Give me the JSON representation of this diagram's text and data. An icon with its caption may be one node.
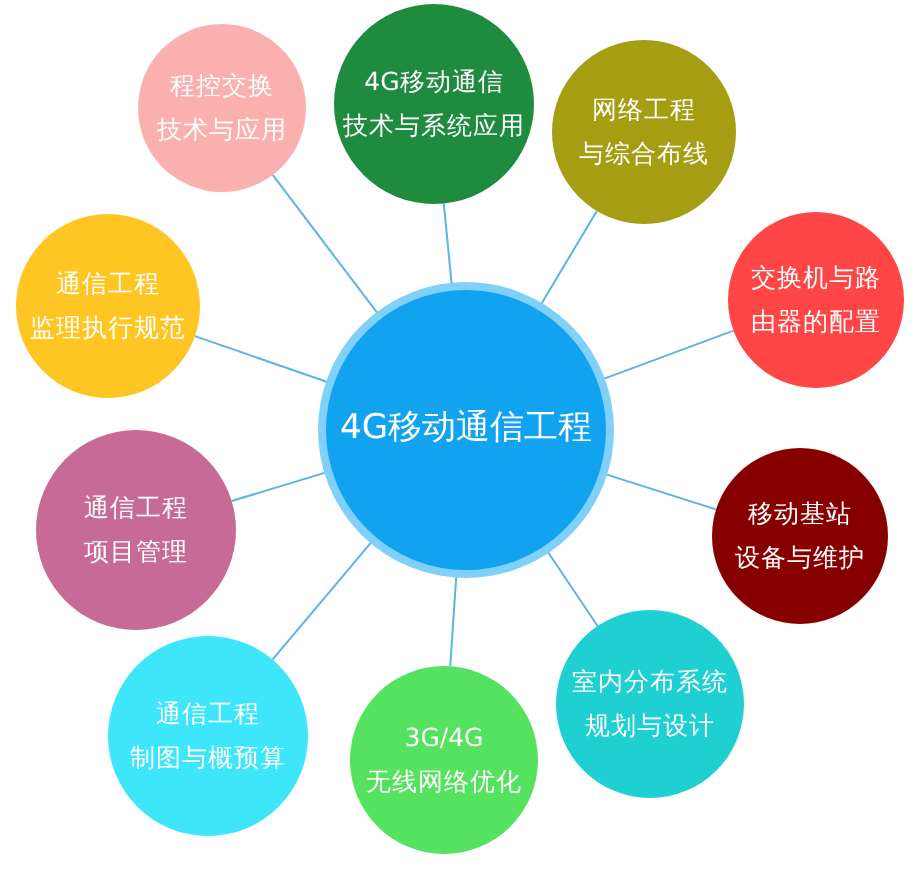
{
  "diagram": {
    "nodes": [
      {
        "text": [
          "4G移动通信工程"
        ]
      },
      {
        "text": [
          "程控交换技术与应用"
        ]
      },
      {
        "text": [
          "4G移动通信技术与系统应用"
        ]
      },
      {
        "text": [
          "网络工程与综合布线"
        ]
      },
      {
        "text": [
          "交换机与路由器的配置"
        ]
      },
      {
        "text": [
          "通信工程监理执行规范"
        ]
      },
      {
        "text": [
          "通信工程项目管理"
        ]
      },
      {
        "text": [
          "移动基站设备与维护"
        ]
      },
      {
        "text": [
          "室内分布系统规划与设计"
        ]
      },
      {
        "text": [
          "通信工程制图与概预算"
        ]
      },
      {
        "text": [
          "3G/4G无线网络优化"
        ]
      }
    ],
    "edges": [
      {
        "from": 0,
        "to": 1,
        "arrow": "none"
      },
      {
        "from": 0,
        "to": 2,
        "arrow": "none"
      },
      {
        "from": 0,
        "to": 3,
        "arrow": "none"
      },
      {
        "from": 0,
        "to": 4,
        "arrow": "none"
      },
      {
        "from": 0,
        "to": 5,
        "arrow": "none"
      },
      {
        "from": 0,
        "to": 6,
        "arrow": "none"
      },
      {
        "from": 0,
        "to": 7,
        "arrow": "none"
      },
      {
        "from": 0,
        "to": 8,
        "arrow": "none"
      },
      {
        "from": 0,
        "to": 9,
        "arrow": "none"
      },
      {
        "from": 0,
        "to": 10,
        "arrow": "none"
      }
    ]
  }
}
